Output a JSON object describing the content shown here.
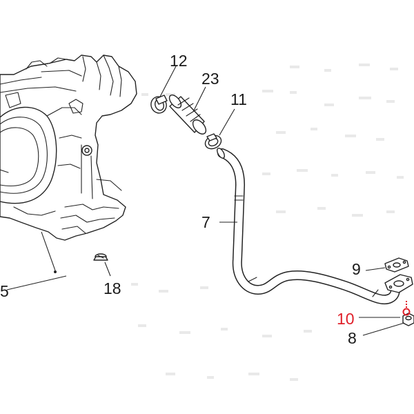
{
  "labels": {
    "p12": "12",
    "p23": "23",
    "p11": "11",
    "p7": "7",
    "p9": "9",
    "p10": "10",
    "p8": "8",
    "p18": "18",
    "p5": "5"
  },
  "colors": {
    "line": "#222222",
    "highlight": "#e0202a",
    "watermark": "#e9e9e9"
  }
}
